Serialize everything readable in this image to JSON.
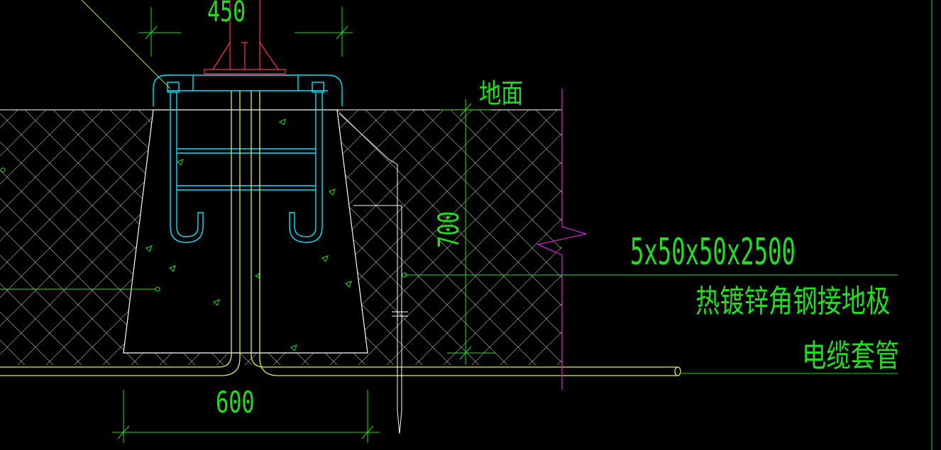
{
  "drawing": {
    "labels": {
      "dim_top": "450",
      "dim_bottom": "600",
      "dim_depth": "700",
      "ground": "地面",
      "electrode_spec": "5x50x50x2500",
      "electrode_name": "热镀锌角钢接地极",
      "cable_conduit": "电缆套管"
    },
    "colors": {
      "background": "#000000",
      "text": "#22dd22",
      "concrete_outline": "#ffffff",
      "hatch": "#9a9a9a",
      "anchor_bolts": "#00e5ff",
      "rebar": "#e8e855",
      "dimension_lines": "#22dd22",
      "pole_base": "#ff3355",
      "break_line": "#cc22cc",
      "leader_line": "#aadd22"
    }
  }
}
